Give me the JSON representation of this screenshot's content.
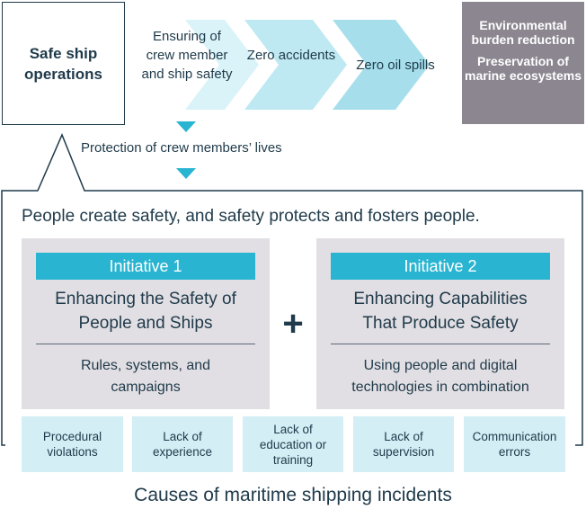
{
  "top": {
    "safe_ship": "Safe ship operations",
    "chevrons": [
      "Ensuring of crew member and ship safety",
      "Zero accidents",
      "Zero oil spills"
    ],
    "environment": [
      "Environmental burden reduction",
      "Preservation of marine ecosystems"
    ]
  },
  "protection_label": "Protection of crew members’ lives",
  "slogan": "People create safety, and safety protects and fosters people.",
  "initiatives": [
    {
      "label": "Initiative 1",
      "title": "Enhancing the Safety of People and Ships",
      "subtitle": "Rules, systems, and campaigns"
    },
    {
      "label": "Initiative 2",
      "title": "Enhancing Capabilities That Produce Safety",
      "subtitle": "Using people and digital technologies in combination"
    }
  ],
  "plus_sign": "+",
  "causes": [
    "Procedural violations",
    "Lack of experience",
    "Lack of education or training",
    "Lack of supervision",
    "Communication errors"
  ],
  "footer": "Causes of maritime shipping incidents",
  "colors": {
    "accent": "#29b4d1",
    "chevron_1": "#daf3f8",
    "chevron_2": "#bfe9f2",
    "chevron_3": "#a6dfeb",
    "initiative_bg": "#e1dfe3",
    "cause_bg": "#d3eef5",
    "environment_bg": "#8c8690",
    "text": "#1f3a4a"
  },
  "icons": [
    "down-triangle-icon",
    "plus-icon"
  ]
}
